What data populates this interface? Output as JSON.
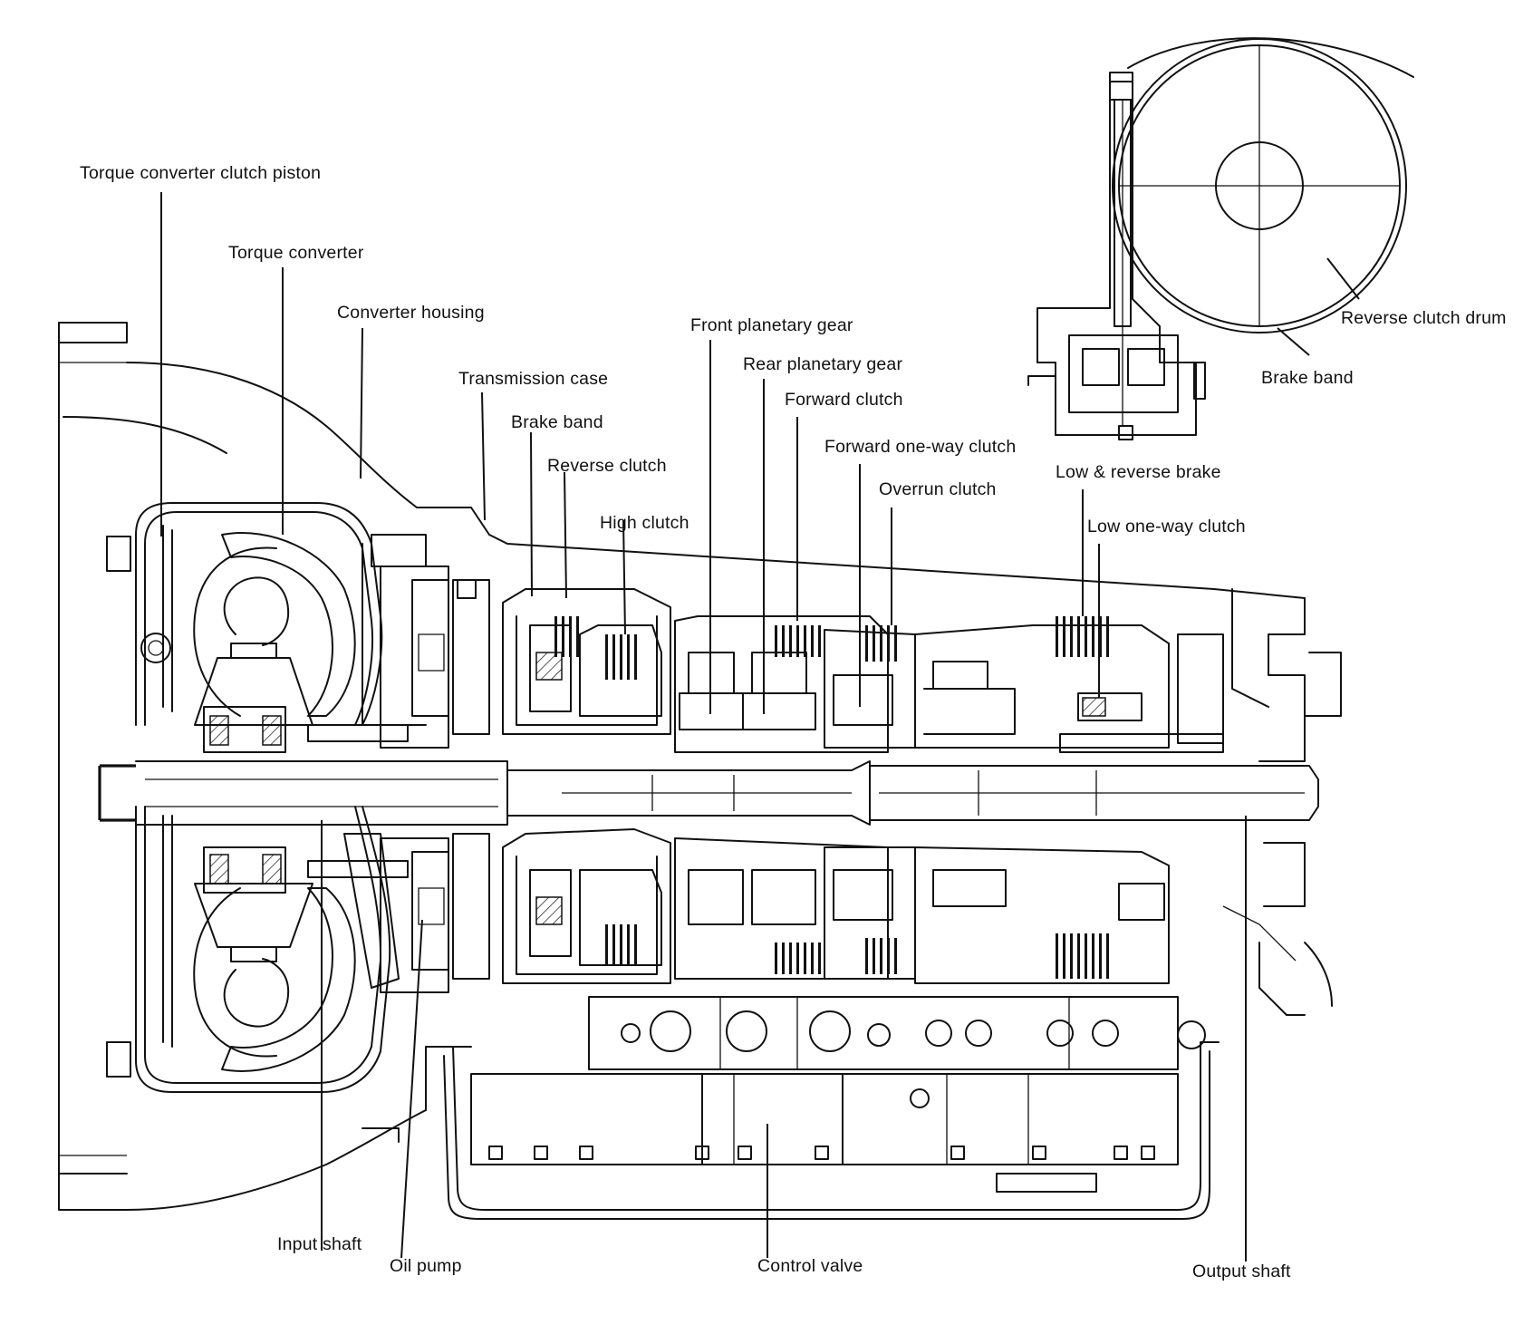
{
  "labels": {
    "torque_converter_clutch_piston": "Torque converter clutch piston",
    "torque_converter": "Torque converter",
    "converter_housing": "Converter housing",
    "transmission_case": "Transmission case",
    "brake_band": "Brake band",
    "reverse_clutch": "Reverse clutch",
    "high_clutch": "High clutch",
    "front_planetary_gear": "Front planetary gear",
    "rear_planetary_gear": "Rear planetary gear",
    "forward_clutch": "Forward clutch",
    "forward_one_way_clutch": "Forward one-way clutch",
    "overrun_clutch": "Overrun clutch",
    "low_reverse_brake": "Low & reverse brake",
    "low_one_way_clutch": "Low one-way clutch",
    "reverse_clutch_drum": "Reverse clutch drum",
    "brake_band_inset": "Brake band",
    "input_shaft": "Input shaft",
    "oil_pump": "Oil pump",
    "control_valve": "Control valve",
    "output_shaft": "Output shaft"
  }
}
